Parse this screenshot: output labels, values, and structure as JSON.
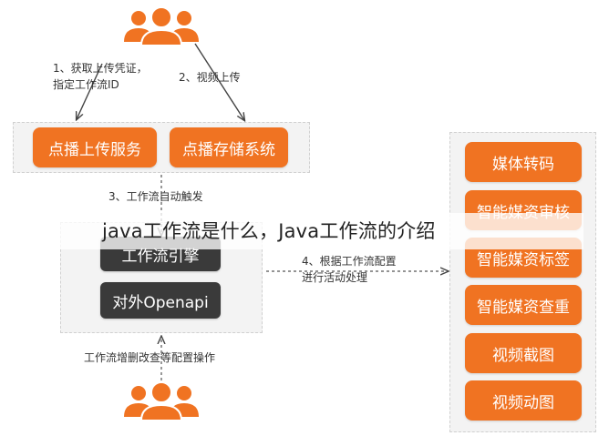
{
  "steps": {
    "s1_line1": "1、获取上传凭证，",
    "s1_line2": "指定工作流ID",
    "s2": "2、视频上传",
    "s3": "3、工作流自动触发",
    "s4_line1": "4、根据工作流配置",
    "s4_line2": "进行活动处理",
    "s5": "工作流增删改查等配置操作"
  },
  "services": {
    "upload": "点播上传服务",
    "storage": "点播存储系统"
  },
  "engine": {
    "workflow": "工作流引擎",
    "openapi": "对外Openapi"
  },
  "activities": [
    "媒体转码",
    "智能媒资审核",
    "智能媒资标签",
    "智能媒资查重",
    "视频截图",
    "视频动图"
  ],
  "overlay_title": "java工作流是什么，Java工作流的介绍",
  "colors": {
    "orange": "#f07322",
    "dark": "#3a3a3a",
    "panel": "#f3f3f3"
  }
}
